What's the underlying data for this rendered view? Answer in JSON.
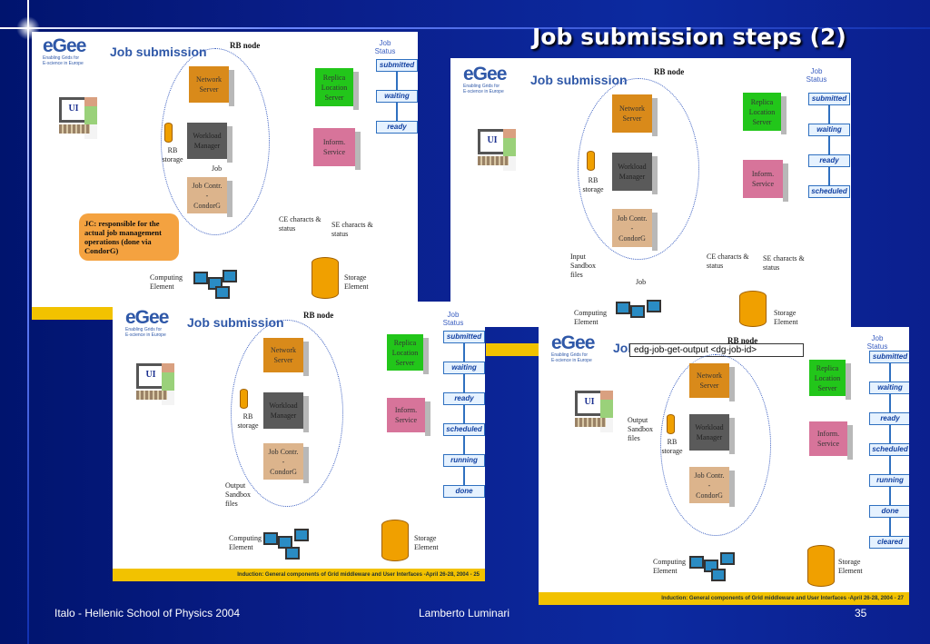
{
  "slide": {
    "title": "Job submission steps (2)",
    "footer_left": "Italo - Hellenic School of Physics 2004",
    "footer_center": "Lamberto Luminari",
    "footer_right": "35"
  },
  "common": {
    "logo": "eGee",
    "logo_sub1": "Enabling Grids for",
    "logo_sub2": "E-science in Europe",
    "panel_title": "Job submission",
    "rb_node": "RB node",
    "status_header_1": "Job",
    "status_header_2": "Status",
    "network_server": "Network Server",
    "workload_manager": "Workload Manager",
    "job_controller_1": "Job Contr.",
    "job_controller_2": "-",
    "job_controller_3": "CondorG",
    "replica": "Replica Location Server",
    "inform": "Inform. Service",
    "rb_storage": "RB storage",
    "ui": "UI",
    "computing_element": "Computing Element",
    "storage_element": "Storage Element",
    "ce_characts": "CE characts & status",
    "se_characts": "SE characts & status",
    "job": "Job"
  },
  "panels": {
    "p1": {
      "statuses": [
        "submitted",
        "waiting",
        "ready"
      ],
      "callout": "JC: responsible for the actual job management operations (done via CondorG)"
    },
    "p2": {
      "statuses": [
        "submitted",
        "waiting",
        "ready",
        "scheduled"
      ],
      "input_sandbox": "Input Sandbox files"
    },
    "p3": {
      "statuses": [
        "submitted",
        "waiting",
        "ready",
        "scheduled",
        "running",
        "done"
      ],
      "output_sandbox": "Output Sandbox files",
      "footer": "Induction: General components of Grid middleware and User Interfaces -April 26-28, 2004 - 25"
    },
    "p4": {
      "statuses": [
        "submitted",
        "waiting",
        "ready",
        "scheduled",
        "running",
        "done",
        "cleared"
      ],
      "output_sandbox": "Output Sandbox files",
      "command": "edg-job-get-output <dg-job-id>",
      "footer": "Induction: General components of Grid middleware and User Interfaces -April 26-28, 2004 - 27"
    }
  },
  "colors": {
    "network_server": "#d98a1a",
    "workload_manager": "#5a5a5a",
    "job_controller": "#dcb48c",
    "replica": "#22c61a",
    "inform": "#d7749a",
    "storage": "#f0a000",
    "slide_bg": "#0b1f8e",
    "accent_yellow": "#f2c200"
  },
  "icons": [
    "ui-workstation-icon",
    "computing-element-icon",
    "storage-cylinder-icon",
    "rb-storage-icon"
  ]
}
